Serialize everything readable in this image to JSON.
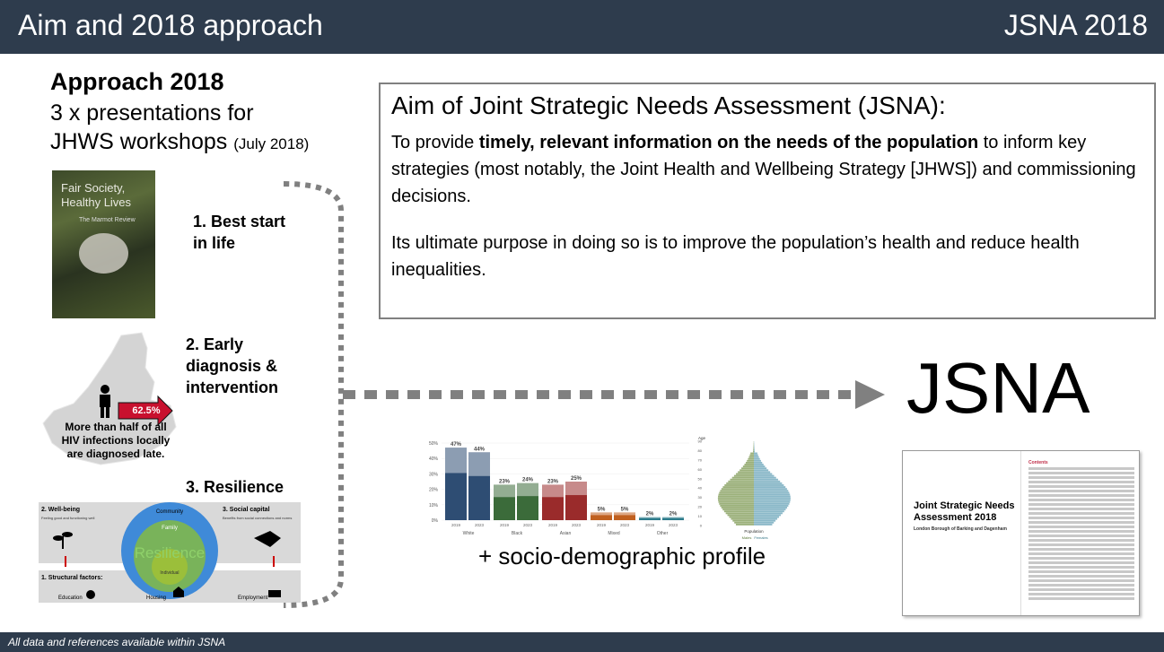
{
  "header": {
    "title": "Aim and 2018 approach",
    "right_label": "JSNA 2018"
  },
  "footer": {
    "text": "All data and references available within JSNA"
  },
  "approach": {
    "title": "Approach 2018",
    "subtitle_line1": "3 x presentations for",
    "subtitle_line2": "JHWS workshops",
    "subtitle_small": "(July 2018)"
  },
  "steps": {
    "one_line1": "1. Best start",
    "one_line2": "in life",
    "two_line1": "2. Early",
    "two_line2": "diagnosis &",
    "two_line3": "intervention",
    "three": "3. Resilience"
  },
  "book": {
    "title_line1": "Fair Society,",
    "title_line2": "Healthy Lives",
    "subtitle": "The Marmot Review"
  },
  "map": {
    "percent": "62.5%",
    "text_line1": "More than half of all",
    "text_line2": "HIV infections locally",
    "text_line3": "are diagnosed late."
  },
  "resilience": {
    "center": "Resilience",
    "community": "Community",
    "family": "Family",
    "individual": "Individual",
    "wellbeing": "2. Well-being",
    "wellbeing_sub": "Feeling good and functioning well",
    "social": "3. Social capital",
    "social_sub": "Benefits from social connections and norms",
    "structural": "1. Structural factors:",
    "education": "Education",
    "housing": "Housing",
    "employment": "Employment"
  },
  "aim": {
    "heading": "Aim of Joint Strategic Needs Assessment (JSNA):",
    "p1_pre": "To provide ",
    "p1_bold": "timely, relevant information on the needs of the population",
    "p1_post": " to inform key strategies (most notably, the Joint Health and Wellbeing Strategy [JHWS]) and commissioning decisions.",
    "p2": "Its ultimate purpose in doing so is to improve the population’s health and reduce health inequalities."
  },
  "jsna_big": "JSNA",
  "document": {
    "title_line1": "Joint Strategic Needs",
    "title_line2": "Assessment 2018",
    "subtitle": "London Borough of Barking and Dagenham",
    "contents": "Contents"
  },
  "socio_label": "+ socio-demographic profile",
  "chart_data": [
    {
      "type": "bar",
      "categories": [
        "White 2019",
        "White 2023",
        "Black 2019",
        "Black 2023",
        "Asian 2019",
        "Asian 2023",
        "Mixed 2019",
        "Mixed 2023",
        "Other 2019",
        "Other 2023"
      ],
      "groups": [
        "White",
        "Black",
        "Asian",
        "Mixed",
        "Other"
      ],
      "x_ticks": [
        "2019",
        "2023"
      ],
      "totals": [
        47,
        44,
        23,
        24,
        23,
        25,
        5,
        5,
        2,
        2
      ],
      "total_labels": [
        "47%",
        "44%",
        "23%",
        "24%",
        "23%",
        "25%",
        "5%",
        "5%",
        "2%",
        "2%"
      ],
      "ylim": [
        0,
        50
      ],
      "y_ticks": [
        "0%",
        "10%",
        "20%",
        "30%",
        "40%",
        "50%"
      ],
      "colors": [
        "#2e4d73",
        "#3b6b3a",
        "#9a2b2b",
        "#c0601f",
        "#2b7a8a"
      ]
    },
    {
      "type": "bar",
      "subtype": "population-pyramid",
      "y_label": "Age",
      "x_label": "Population",
      "y_ticks": [
        "0",
        "10",
        "20",
        "30",
        "40",
        "50",
        "60",
        "70",
        "80",
        "90"
      ],
      "series": [
        {
          "name": "Males"
        },
        {
          "name": "Females"
        }
      ]
    }
  ]
}
